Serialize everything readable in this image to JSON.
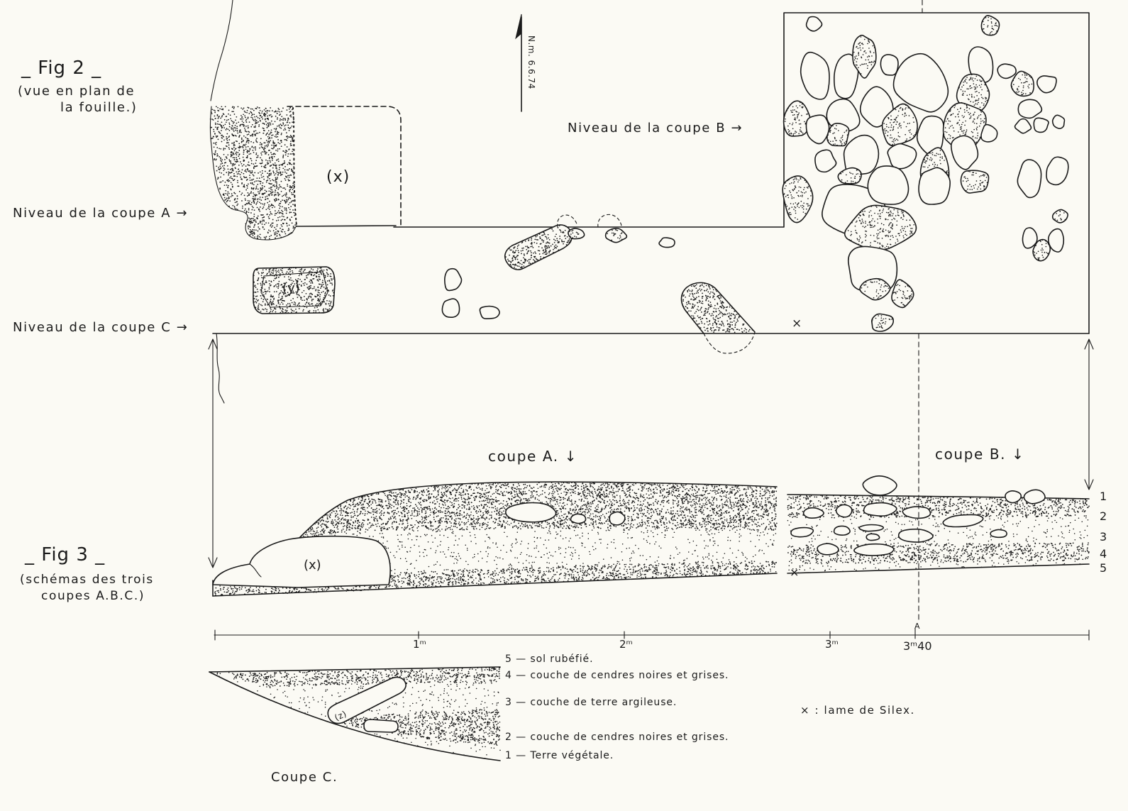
{
  "fig2": {
    "title": "_ Fig 2 _",
    "caption_line1": "(vue en plan de",
    "caption_line2": "la fouille.)",
    "north_note": "N.m. 6.6.74",
    "level_b": "Niveau de la coupe B →",
    "level_a": "Niveau de la coupe A →",
    "level_c": "Niveau de la coupe C →",
    "label_x": "(x)",
    "label_y": "(y)",
    "flint_mark": "×"
  },
  "fig3": {
    "title": "_ Fig 3 _",
    "caption_line1": "(schémas des trois",
    "caption_line2": "coupes A.B.C.)",
    "section_a_label": "coupe A. ↓",
    "section_b_label": "coupe B. ↓",
    "label_x": "(x)",
    "flint_mark": "×",
    "layer_numbers": [
      "1",
      "2",
      "3",
      "4",
      "5"
    ],
    "scale": {
      "ticks": [
        "1ᵐ",
        "2ᵐ",
        "3ᵐ"
      ],
      "section_mark": "3ᵐ40",
      "axis_letter": "A"
    },
    "section_c_label": "Coupe C.",
    "label_z": "(z)",
    "legend": [
      "5 — sol rubéfié.",
      "4 — couche de cendres noires et grises.",
      "3 — couche de terre argileuse.",
      "2 — couche de cendres noires et grises.",
      "1 — Terre végétale."
    ],
    "flint_legend": "× : lame de Silex."
  },
  "colors": {
    "paper": "#fbfaf4",
    "ink": "#1b1b1b"
  }
}
